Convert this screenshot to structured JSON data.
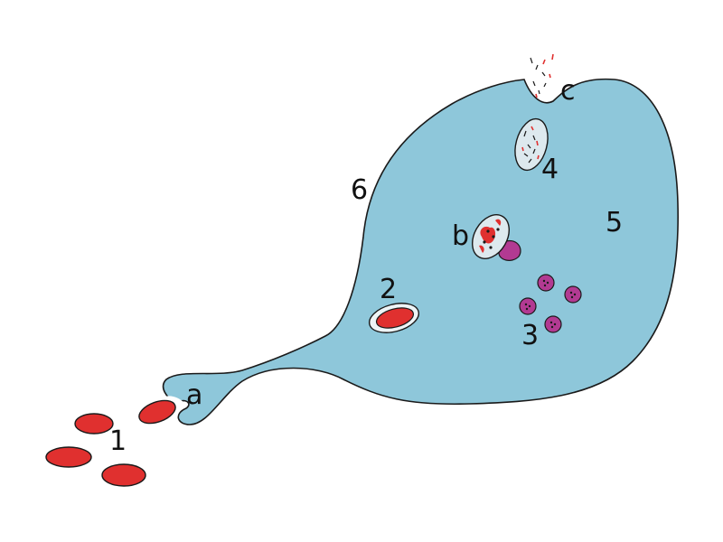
{
  "diagram": {
    "type": "phagocytosis",
    "colors": {
      "background": "#ffffff",
      "cell_fill": "#8ec7da",
      "outline": "#1a1a1a",
      "bacteria": "#e0302f",
      "vesicle_fill": "#dde9ee",
      "lysosome": "#b23a92",
      "label": "#111111"
    },
    "labels": {
      "free_bacteria": "1",
      "phagosome": "2",
      "lysosomes": "3",
      "residual_body": "4",
      "cytoplasm": "5",
      "cell_membrane": "6",
      "ingestion": "a",
      "fusion": "b",
      "exocytosis": "c"
    }
  }
}
